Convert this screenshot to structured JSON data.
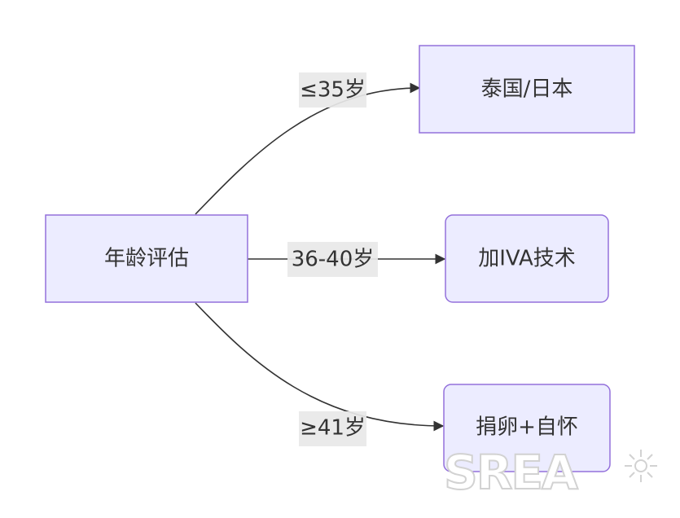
{
  "nodes": {
    "root": "年龄评估",
    "thailand_japan": "泰国/日本",
    "iva": "加IVA技术",
    "donor_egg": "捐卵+自怀"
  },
  "edges": {
    "to_thailand_japan": "≤35岁",
    "to_iva": "36-40岁",
    "to_donor_egg": "≥41岁"
  },
  "watermark": {
    "text": "SREA"
  },
  "colors": {
    "node_fill": "#ECECFF",
    "node_stroke": "#9370DB",
    "edge": "#333333",
    "label_bg": "#E8E8E8"
  }
}
